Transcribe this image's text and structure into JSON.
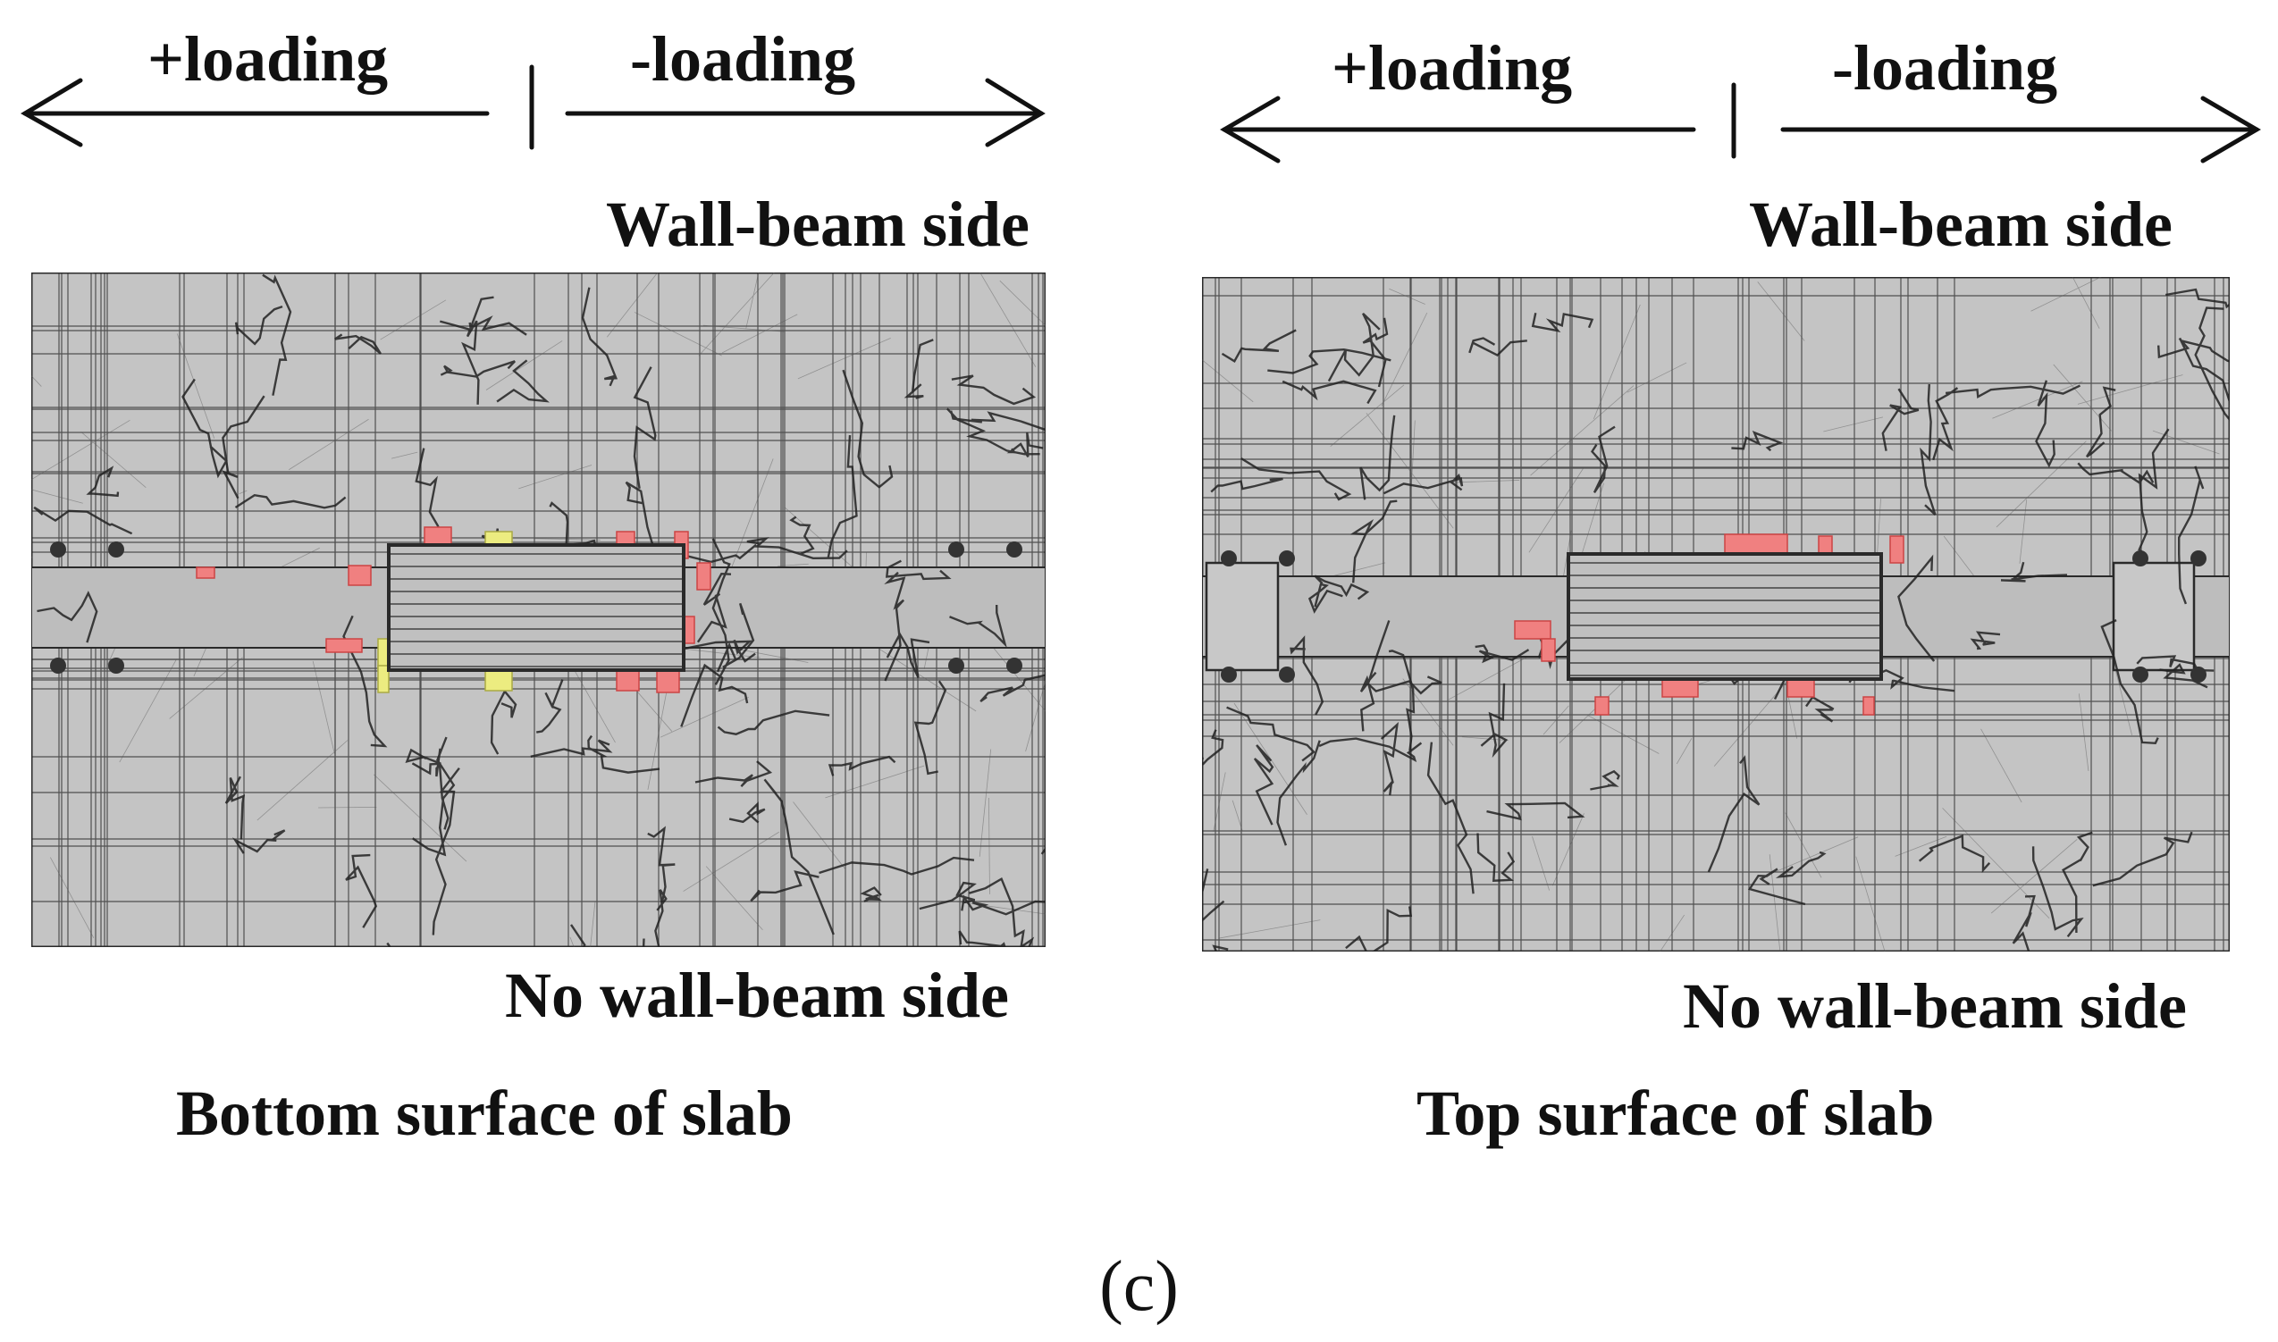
{
  "panels": [
    {
      "plus_loading": "+loading",
      "minus_loading": "-loading",
      "top_side": "Wall-beam side",
      "bottom_side": "No wall-beam side",
      "caption": "Bottom surface of slab"
    },
    {
      "plus_loading": "+loading",
      "minus_loading": "-loading",
      "top_side": "Wall-beam side",
      "bottom_side": "No wall-beam side",
      "caption": "Top surface of slab"
    }
  ],
  "figure_label": "(c)",
  "colors": {
    "slab_fill": "#c4c4c4",
    "grid_line": "#2a2a2a",
    "crack": "#222222",
    "damage_red": "#f08080",
    "damage_yellow": "#ecec80"
  }
}
